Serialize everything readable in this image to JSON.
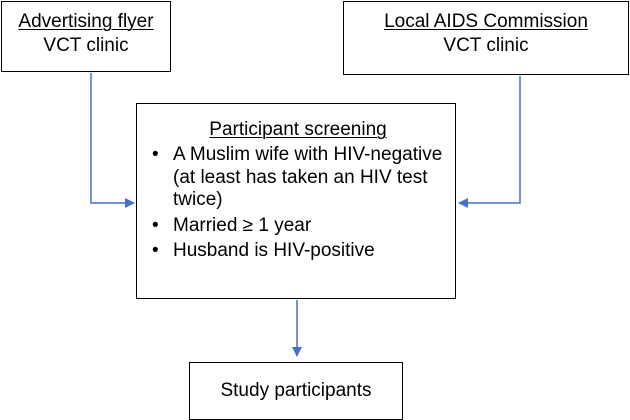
{
  "sources": [
    {
      "title": "Advertising flyer",
      "subtitle": "VCT clinic"
    },
    {
      "title": "Local AIDS Commission",
      "subtitle": "VCT clinic"
    }
  ],
  "screening": {
    "title": "Participant screening",
    "criteria": [
      "A Muslim wife with HIV-negative (at least has taken an HIV test twice)",
      "Married ≥ 1 year",
      "Husband is HIV-positive"
    ]
  },
  "result": {
    "label": "Study participants"
  },
  "colors": {
    "arrow": "#4472C4",
    "border": "#000000"
  },
  "icons": {
    "bullet": "bullet-icon",
    "arrowhead": "arrowhead-icon"
  }
}
